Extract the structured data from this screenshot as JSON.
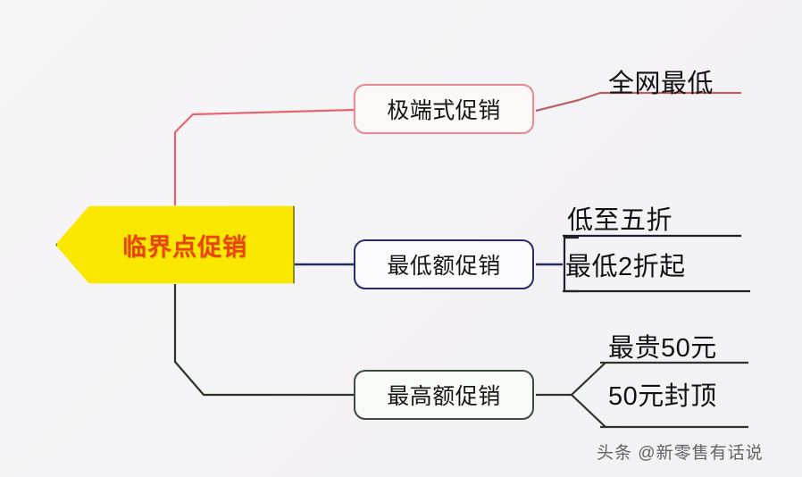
{
  "diagram": {
    "type": "mind-map",
    "background_color": "#f5f4f6",
    "root": {
      "label": "临界点促销",
      "shape": "hexagon",
      "fill_color": "#fbe800",
      "text_color": "#e8450f",
      "border_color": "#8d8b1f"
    },
    "branches": [
      {
        "label": "极端式促销",
        "accent_color": "#e2909a",
        "leaves": [
          "全网最低"
        ]
      },
      {
        "label": "最低额促销",
        "accent_color": "#2a2a6a",
        "leaves": [
          "低至五折",
          "最低2折起"
        ]
      },
      {
        "label": "最高额促销",
        "accent_color": "#3f4a3f",
        "leaves": [
          "最贵50元",
          "50元封顶"
        ]
      }
    ]
  },
  "watermark": {
    "text": "头条 @新零售有话说"
  }
}
